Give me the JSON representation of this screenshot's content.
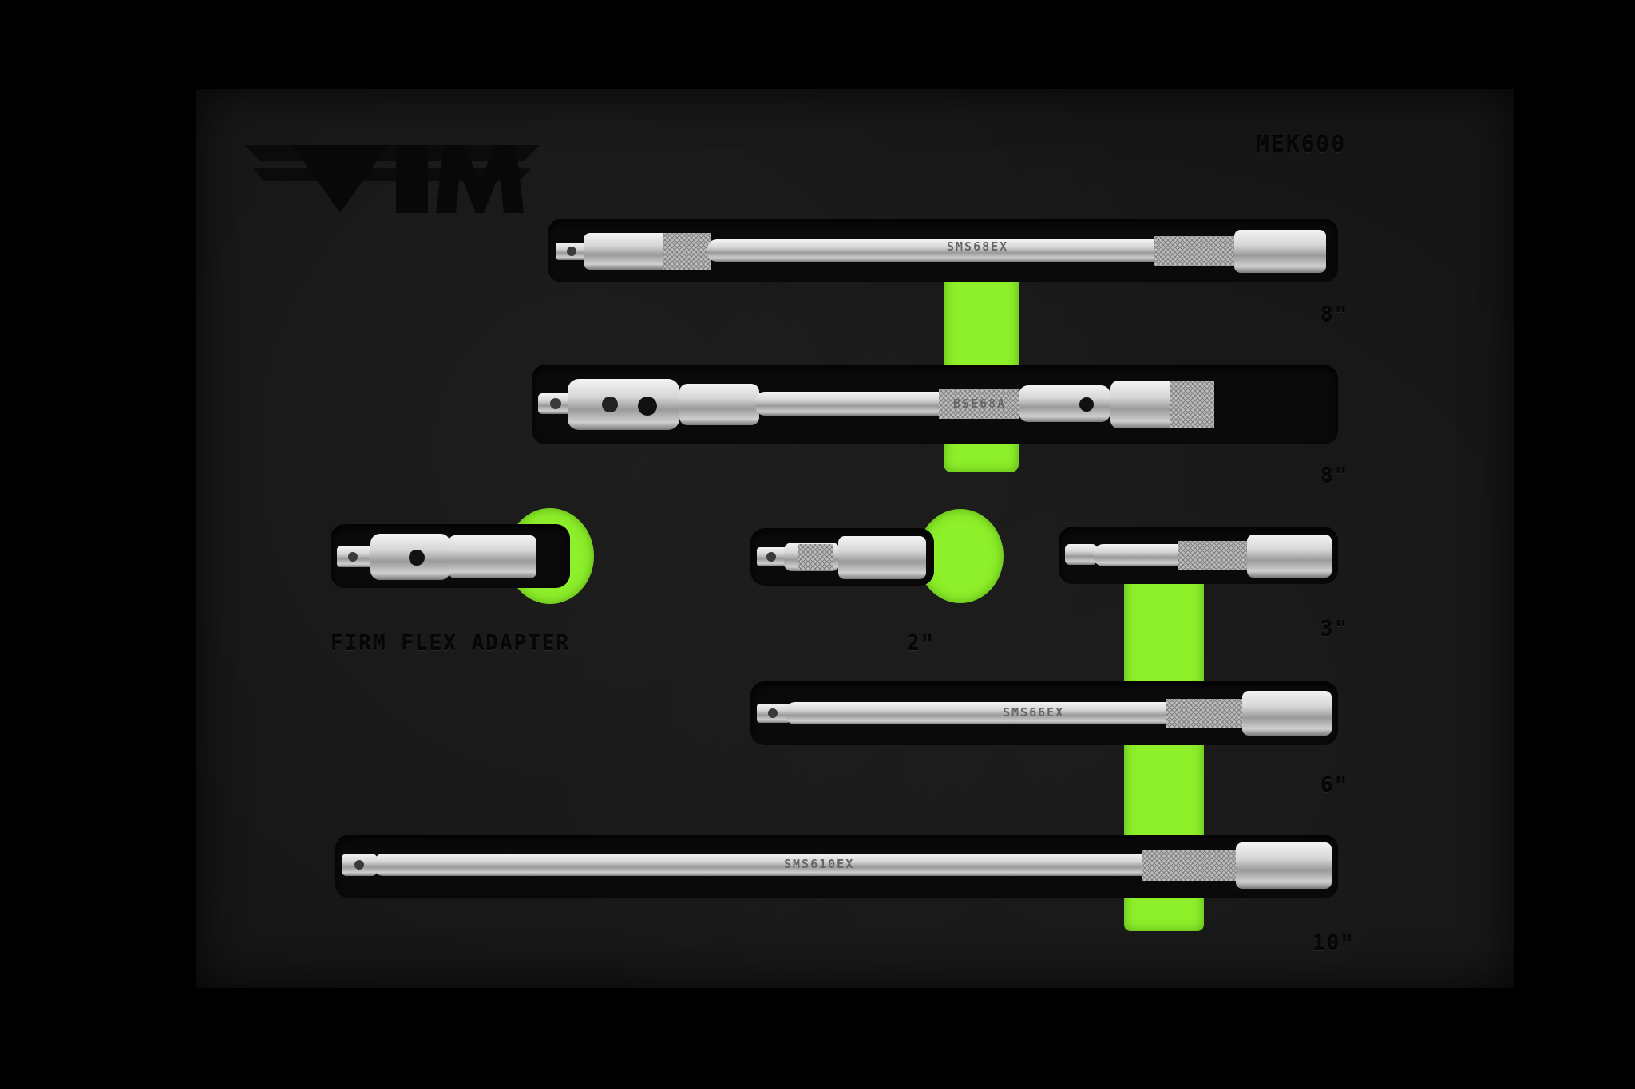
{
  "brand": "VIM",
  "set_code": "MEK600",
  "colors": {
    "foam": "#161616",
    "accent_green": "#8ef02a",
    "chrome": "#c8c8c8"
  },
  "tools": {
    "ext_8": {
      "engraving": "SMS68EX",
      "size_label": "8\""
    },
    "flex_8": {
      "engraving": "BSE68A",
      "size_label": "8\""
    },
    "firm_flex": {
      "size_label": "FIRM FLEX ADAPTER"
    },
    "ext_2": {
      "size_label": "2\""
    },
    "ext_3": {
      "size_label": "3\""
    },
    "ext_6": {
      "engraving": "SMS66EX",
      "size_label": "6\""
    },
    "ext_10": {
      "engraving": "SMS610EX",
      "size_label": "10\""
    }
  }
}
